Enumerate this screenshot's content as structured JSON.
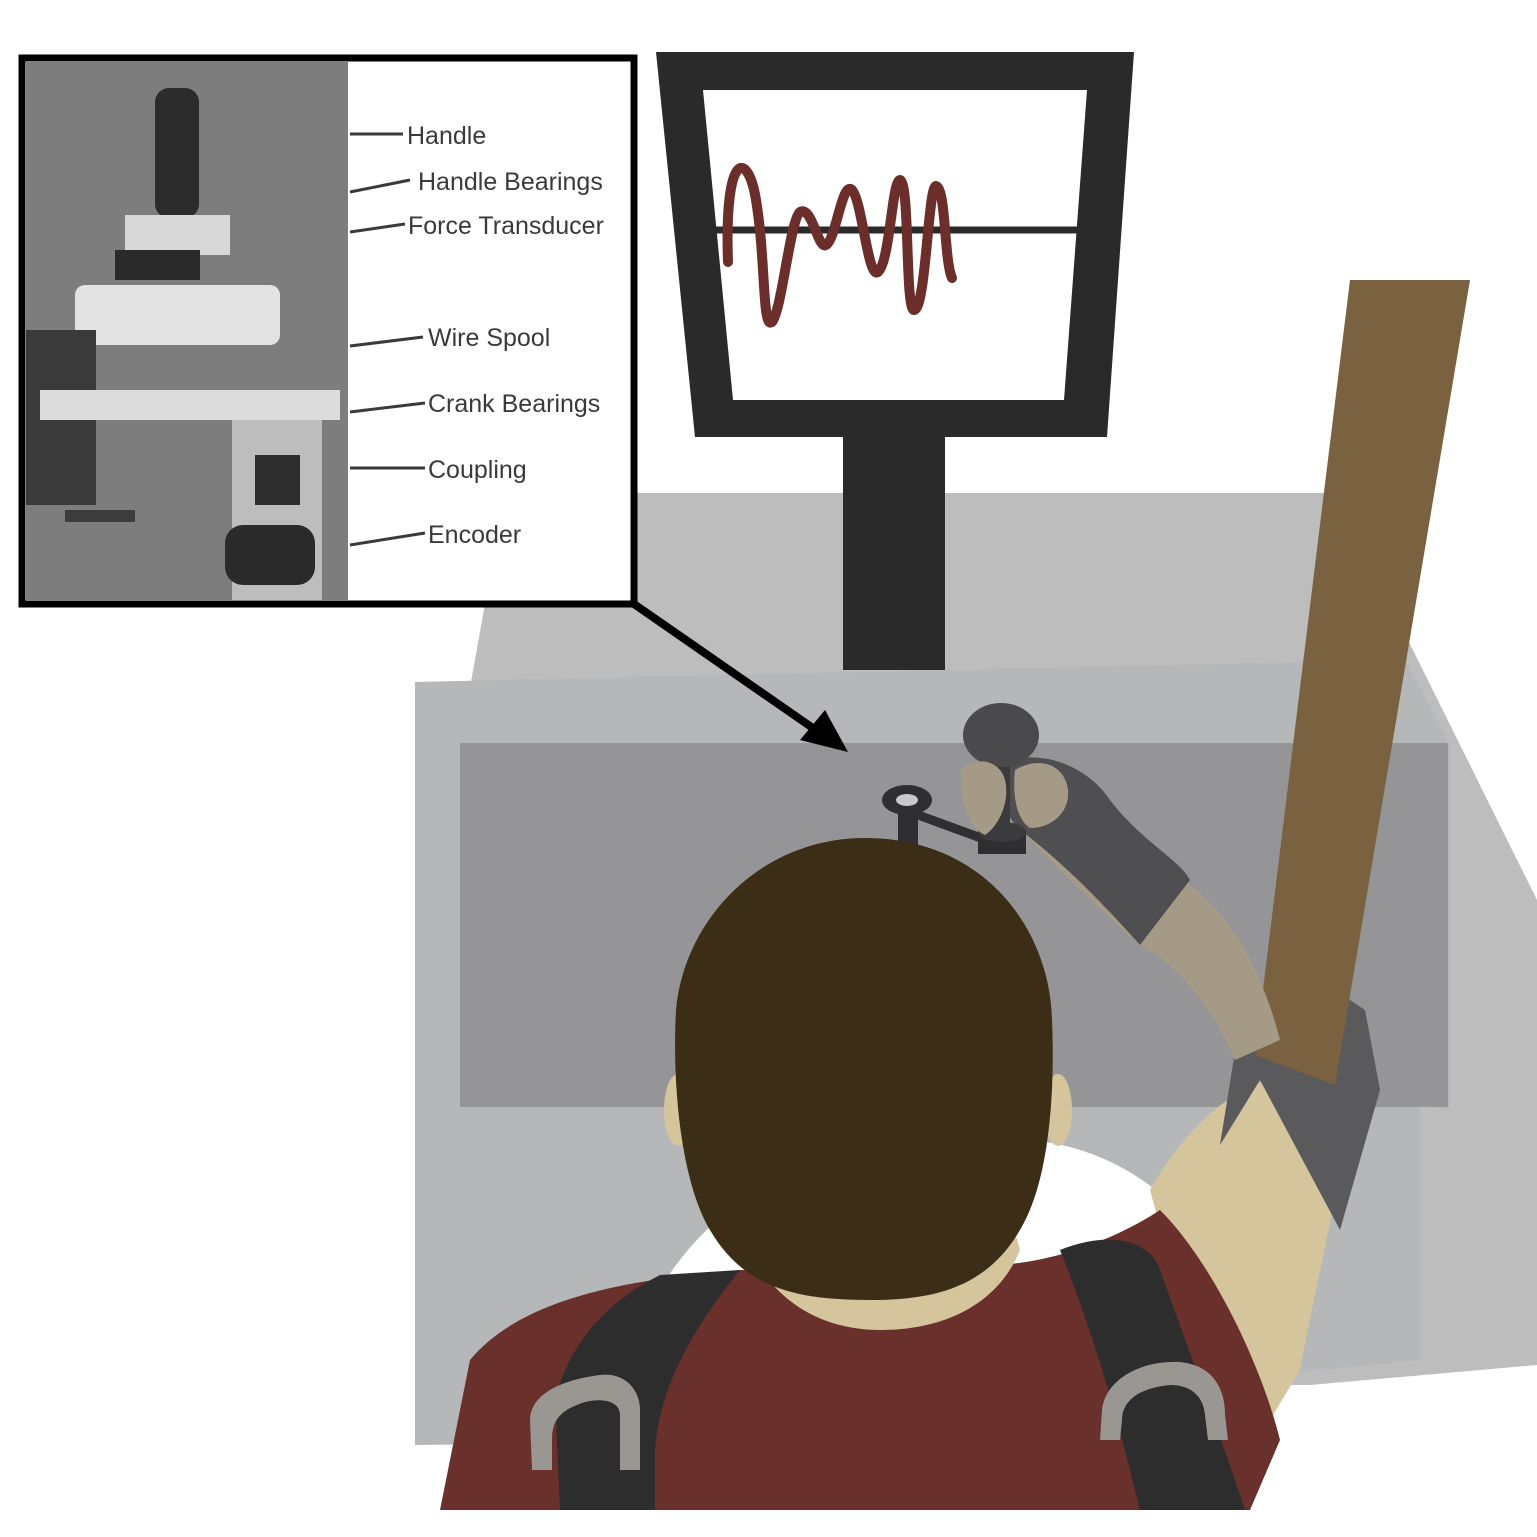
{
  "inset": {
    "labels": [
      "Handle",
      "Handle Bearings",
      "Force Transducer",
      "Wire Spool",
      "Crank Bearings",
      "Coupling",
      "Encoder"
    ]
  },
  "colors": {
    "background": "#ffffff",
    "monitor_frame": "#2b2a2b",
    "monitor_screen": "#ffffff",
    "signal_trace": "#6b2e2b",
    "baseline": "#2b2a2b",
    "enclosure_light": "#b9b9b9",
    "enclosure_mid": "#8f8f90",
    "hair": "#3c2e16",
    "skin": "#d5c59d",
    "shirt": "#69302c",
    "harness": "#2d2d2d",
    "harness_buckle": "#9a9793",
    "glove": "#4e4e50",
    "pole": "#7a613f",
    "inset_border": "#000000",
    "arrow": "#000000"
  },
  "icons": [
    "monitor-icon",
    "crank-manipulandum-icon",
    "participant-icon",
    "arrow-icon"
  ]
}
